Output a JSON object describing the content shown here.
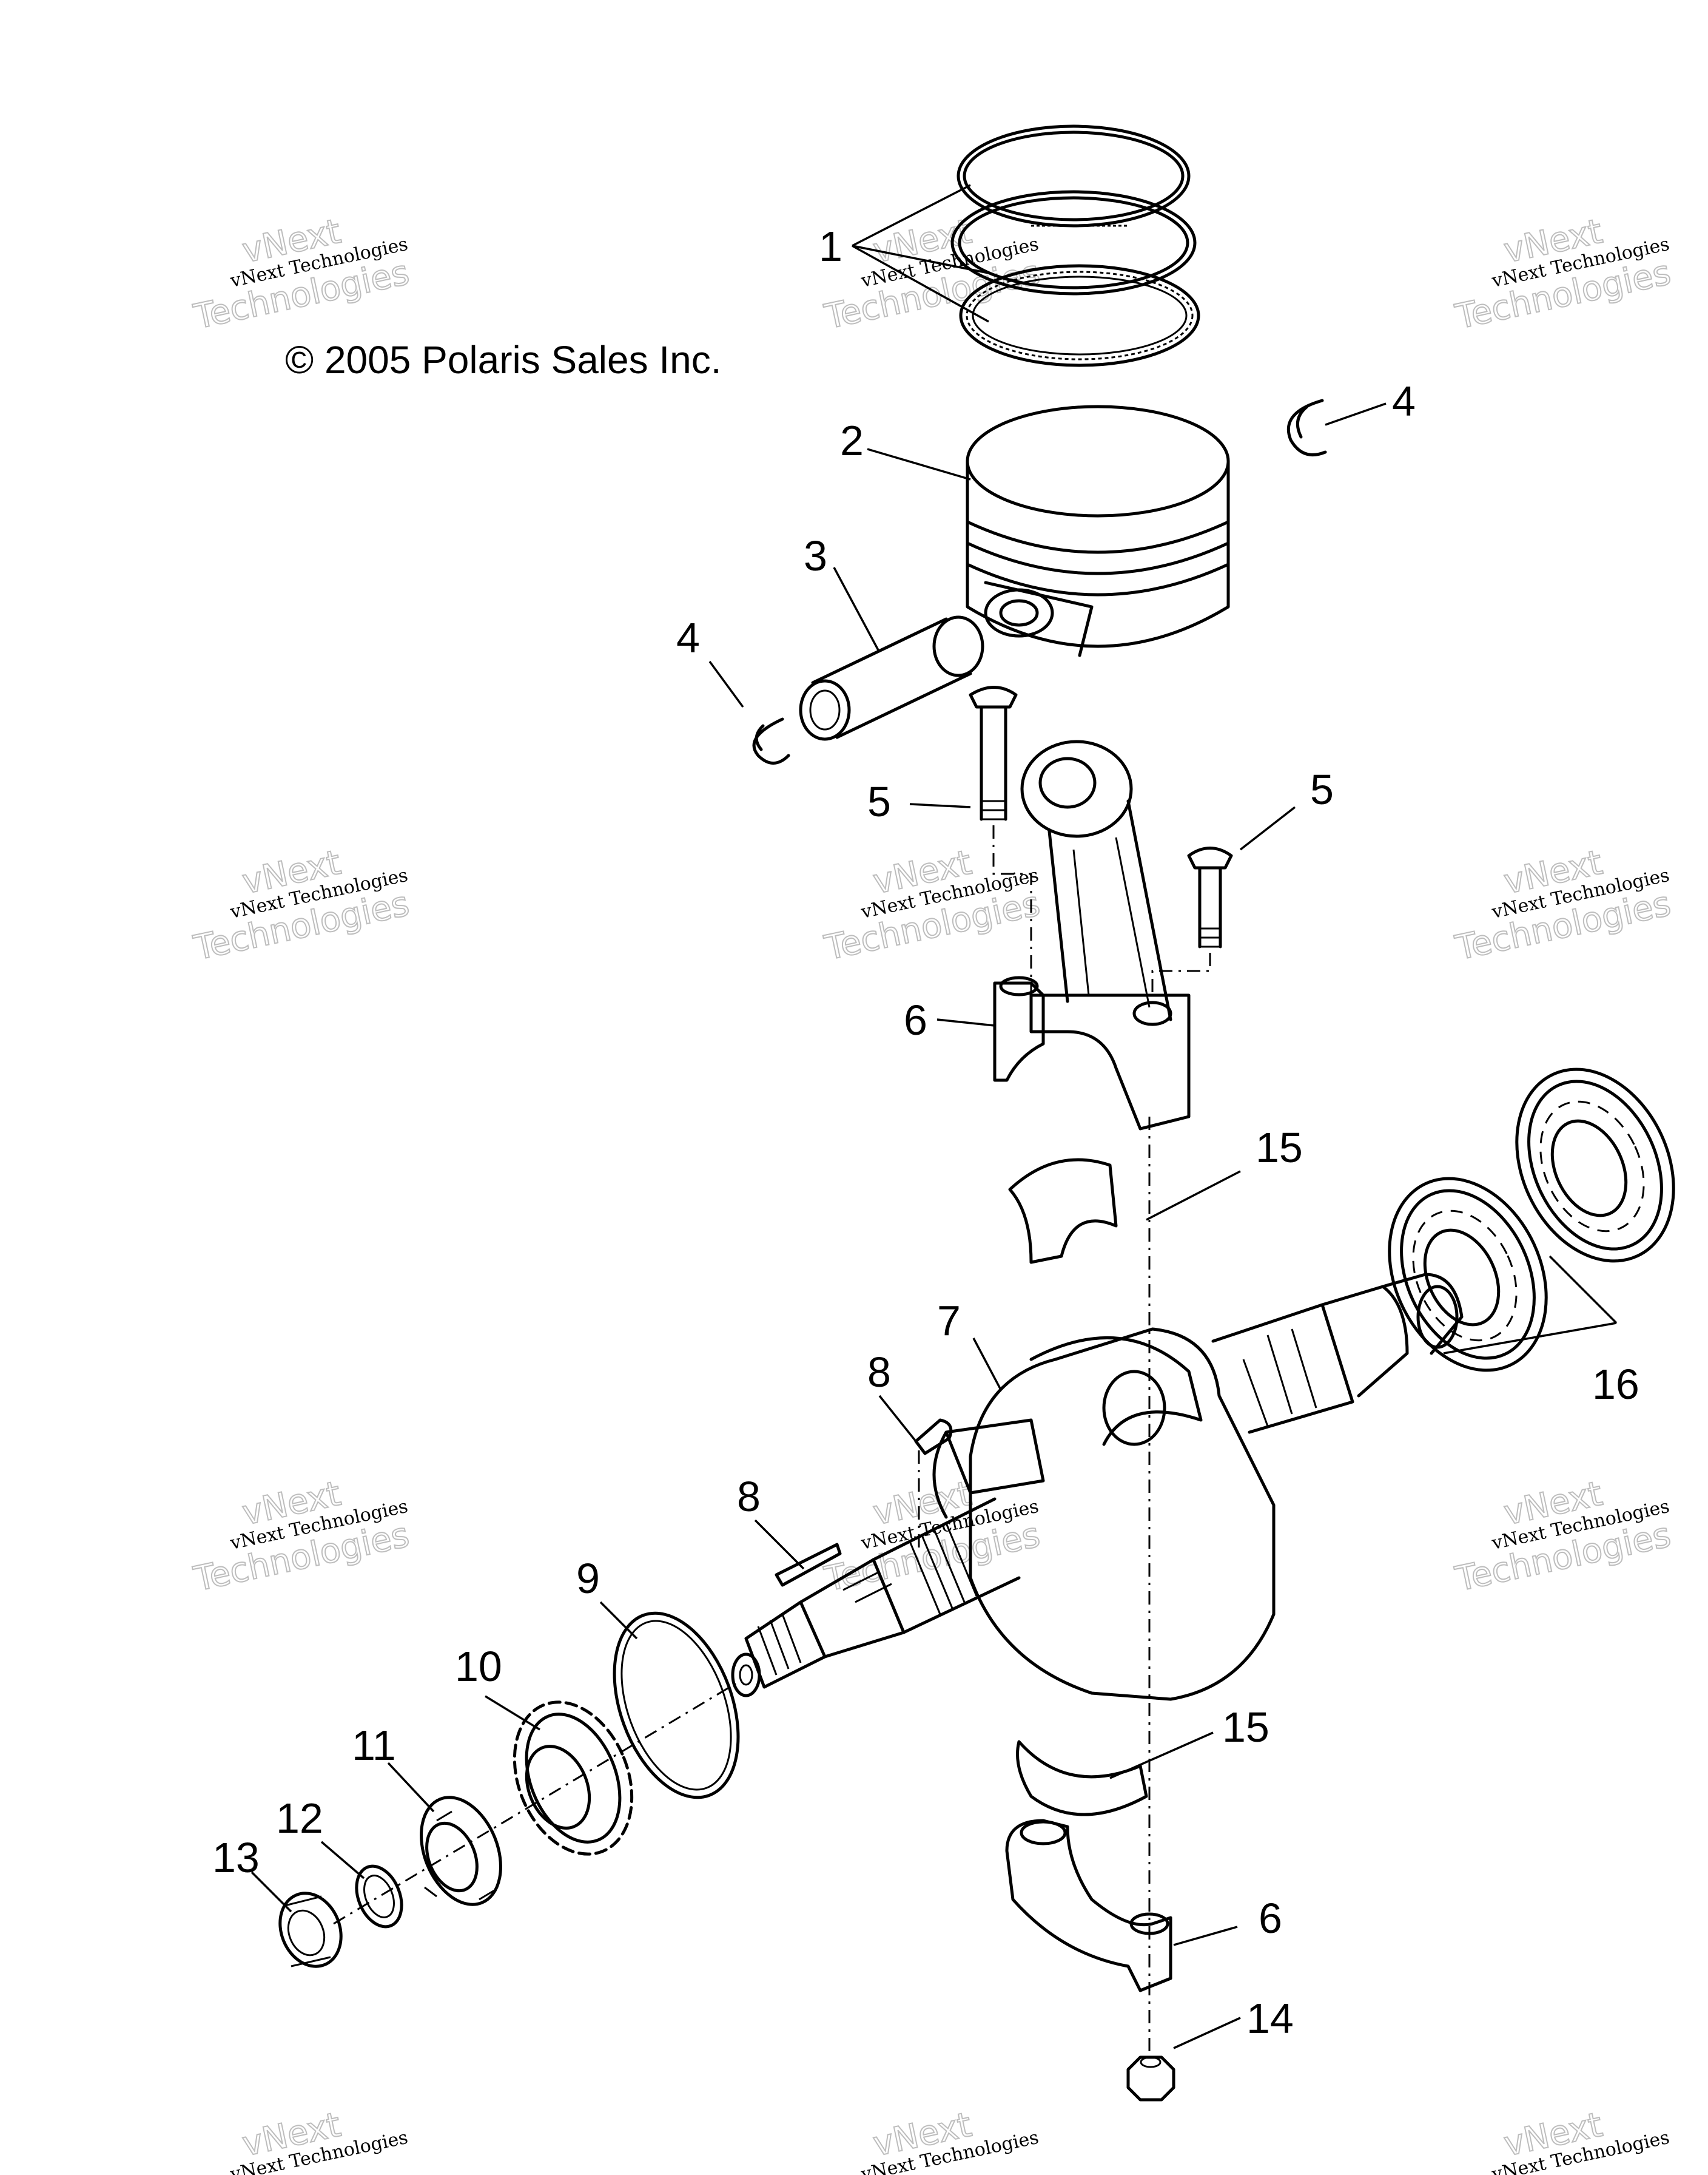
{
  "copyright": "© 2005 Polaris Sales Inc.",
  "watermark": {
    "line1": "vNext Technologies",
    "line2": "vNext",
    "line3": "Technologies"
  },
  "callouts": {
    "c1": "1",
    "c2": "2",
    "c3": "3",
    "c4a": "4",
    "c4b": "4",
    "c5a": "5",
    "c5b": "5",
    "c6a": "6",
    "c6b": "6",
    "c7": "7",
    "c8a": "8",
    "c8b": "8",
    "c9": "9",
    "c10": "10",
    "c11": "11",
    "c12": "12",
    "c13": "13",
    "c14": "14",
    "c15a": "15",
    "c15b": "15",
    "c16": "16"
  },
  "parts": {
    "piston_rings": "piston-rings",
    "piston": "piston",
    "piston_pin": "piston-pin",
    "circlip": "circlip",
    "rod_bolt": "rod-bolt",
    "rod_cap": "rod-cap",
    "crankshaft": "crankshaft",
    "woodruff_key": "woodruff-key",
    "o_ring": "o-ring",
    "gear": "gear",
    "nut_slotted": "slotted-nut",
    "washer": "washer",
    "nut": "nut",
    "rod_nut": "rod-nut",
    "bearing_shell": "bearing-shell",
    "ball_bearing": "ball-bearing",
    "connecting_rod": "connecting-rod"
  }
}
